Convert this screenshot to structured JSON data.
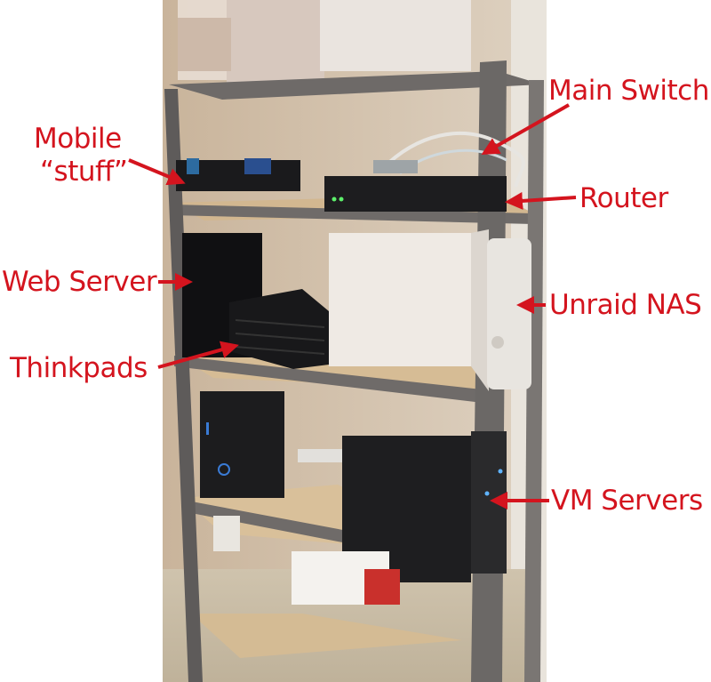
{
  "annotation_color": "#d4141e",
  "labels": {
    "mobile": "Mobile",
    "mobile_line2": "“stuff”",
    "main_switch": "Main Switch",
    "router": "Router",
    "web_server": "Web Server",
    "unraid_nas": "Unraid NAS",
    "thinkpads": "Thinkpads",
    "vm_servers": "VM Servers"
  }
}
